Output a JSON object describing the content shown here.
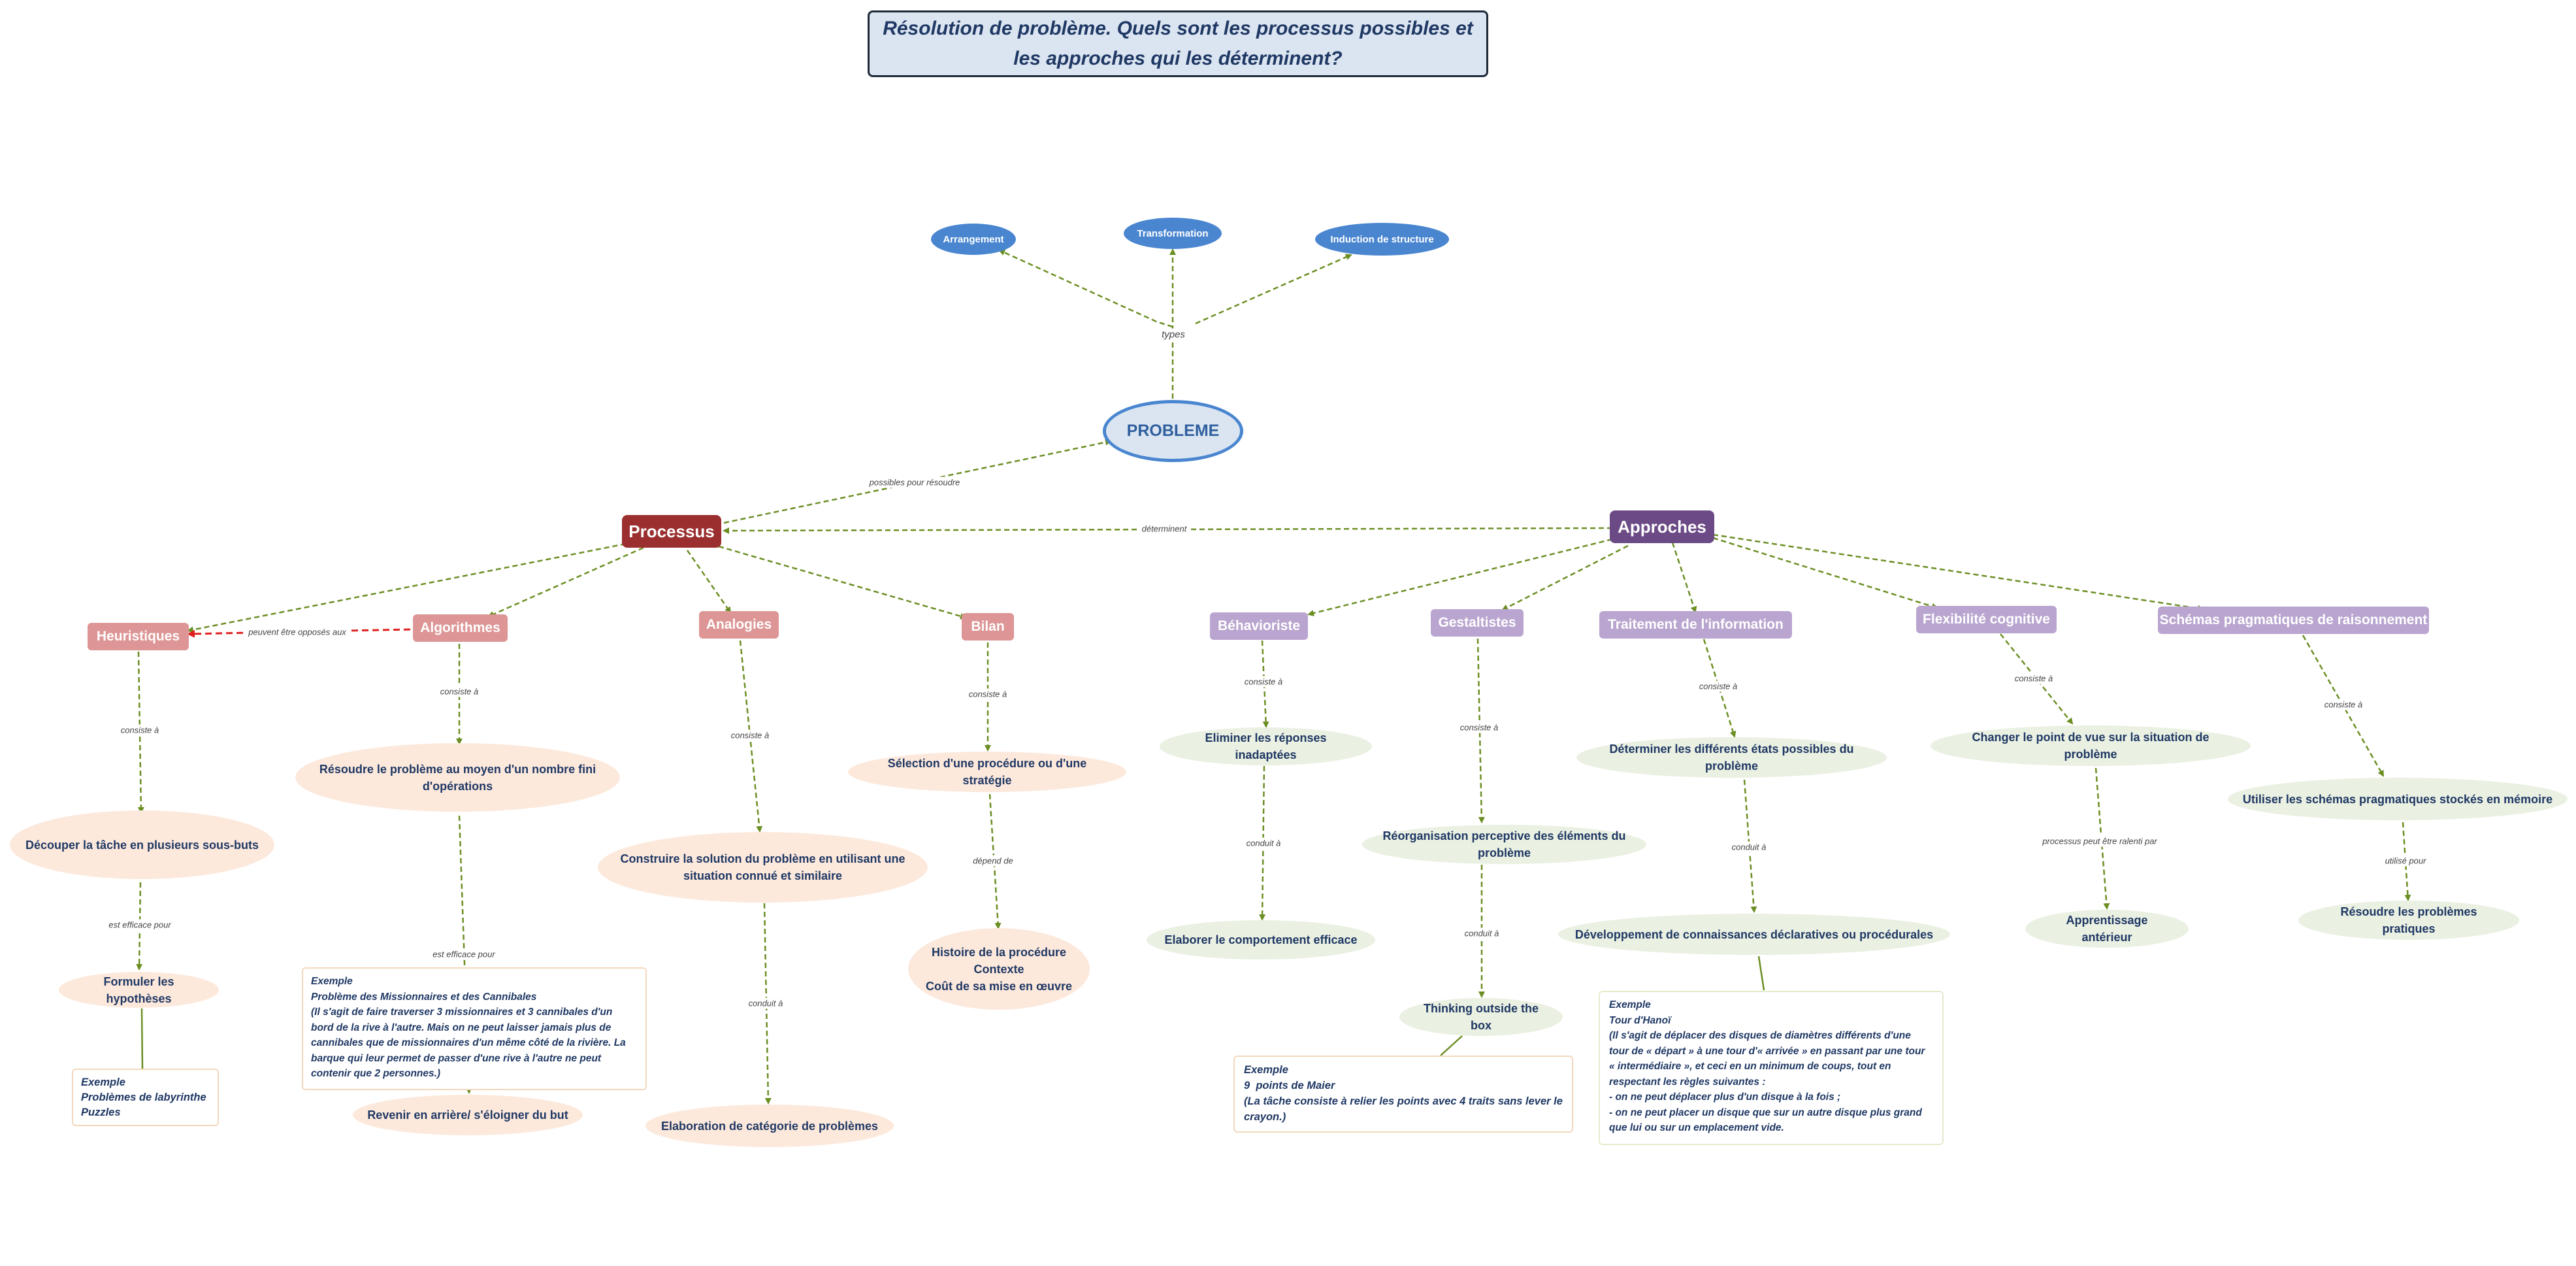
{
  "title": "Résolution de problème. Quels sont les processus possibles et les approches qui les déterminent?",
  "colors": {
    "arrow": "#6b8e23",
    "opposition_arrow": "#e02020",
    "processus": "#9b2f2f",
    "approches": "#6b4a86",
    "problem_border": "#4a86d0"
  },
  "types": {
    "arrangement": "Arrangement",
    "transformation": "Transformation",
    "induction": "Induction de structure"
  },
  "problem": "PROBLEME",
  "processus": {
    "label": "Processus",
    "heuristiques": "Heuristiques",
    "algorithmes": "Algorithmes",
    "analogies": "Analogies",
    "bilan": "Bilan",
    "decouper": "Découper la tâche en plusieurs sous-buts",
    "formuler": "Formuler les hypothèses",
    "resoudre_fini": "Résoudre le problème au moyen d'un nombre fini\nd'opérations",
    "revenir": "Revenir en arrière/ s'éloigner du but",
    "construire": "Construire la solution du problème en utilisant une\nsituation connué et similaire",
    "elaboration": "Elaboration  de catégorie de problèmes",
    "selection": "Sélection d'une procédure ou d'une stratégie",
    "histoire": "Histoire de la procédure\nContexte\nCoût de sa mise en œuvre"
  },
  "approches": {
    "label": "Approches",
    "behavioriste": "Béhavioriste",
    "gestaltistes": "Gestaltistes",
    "traitement": "Traitement de l'information",
    "flexibilite": "Flexibilité cognitive",
    "schemas": "Schémas pragmatiques de raisonnement",
    "eliminer": "Eliminer  les réponses inadaptées",
    "elaborer": "Elaborer le comportement efficace",
    "reorganisation": "Réorganisation perceptive des éléments du problème",
    "thinking": "Thinking outside the box",
    "determiner": "Déterminer les différents états possibles du problème",
    "developpement": "Développement de connaissances déclaratives ou procédurales",
    "changer": "Changer  le point de vue sur la situation de problème",
    "apprentissage": "Apprentissage antérieur",
    "utiliser": "Utiliser les schémas pragmatiques stockés en mémoire",
    "resoudre_pratiques": "Résoudre  les problèmes pratiques"
  },
  "labels": {
    "types": "types",
    "possibles": "possibles pour résoudre",
    "determinent": "déterminent",
    "opposes": "peuvent être opposés aux",
    "consiste_a": "consiste à",
    "est_efficace": "est efficace pour",
    "depend_de": "dépend de",
    "conduit_a": "conduit à",
    "conduit_a2": "conduit à",
    "ralenti": "processus peut être ralenti par",
    "utilise_pour": "utilisé pour"
  },
  "examples": {
    "labyrinthe": [
      "Exemple",
      "Problèmes de labyrinthe",
      "Puzzles"
    ],
    "missionnaires": [
      "Exemple",
      "Problème des Missionnaires et des Cannibales",
      "(Il s'agit de faire traverser 3 missionnaires et 3 cannibales d'un bord de la rive à l'autre. Mais on ne peut laisser jamais plus de cannibales que de missionnaires d'un même côté de la rivière. La barque qui leur permet de passer d'une rive à l'autre ne peut contenir que 2 personnes.)"
    ],
    "maier": [
      "Exemple",
      "9  points de Maier",
      "(La tâche consiste à relier les points avec 4 traits sans lever le crayon.)"
    ],
    "hanoi": [
      "Exemple",
      "Tour d'Hanoï",
      "(Il s'agit de déplacer des disques de diamètres différents d'une tour de « départ » à une tour d'« arrivée » en passant par une tour « intermédiaire », et ceci en un minimum de coups, tout en respectant les règles suivantes :",
      "- on ne peut déplacer plus d'un disque à la fois ;",
      "- on ne peut placer un disque que sur un autre disque plus grand que lui ou sur un emplacement vide."
    ]
  }
}
